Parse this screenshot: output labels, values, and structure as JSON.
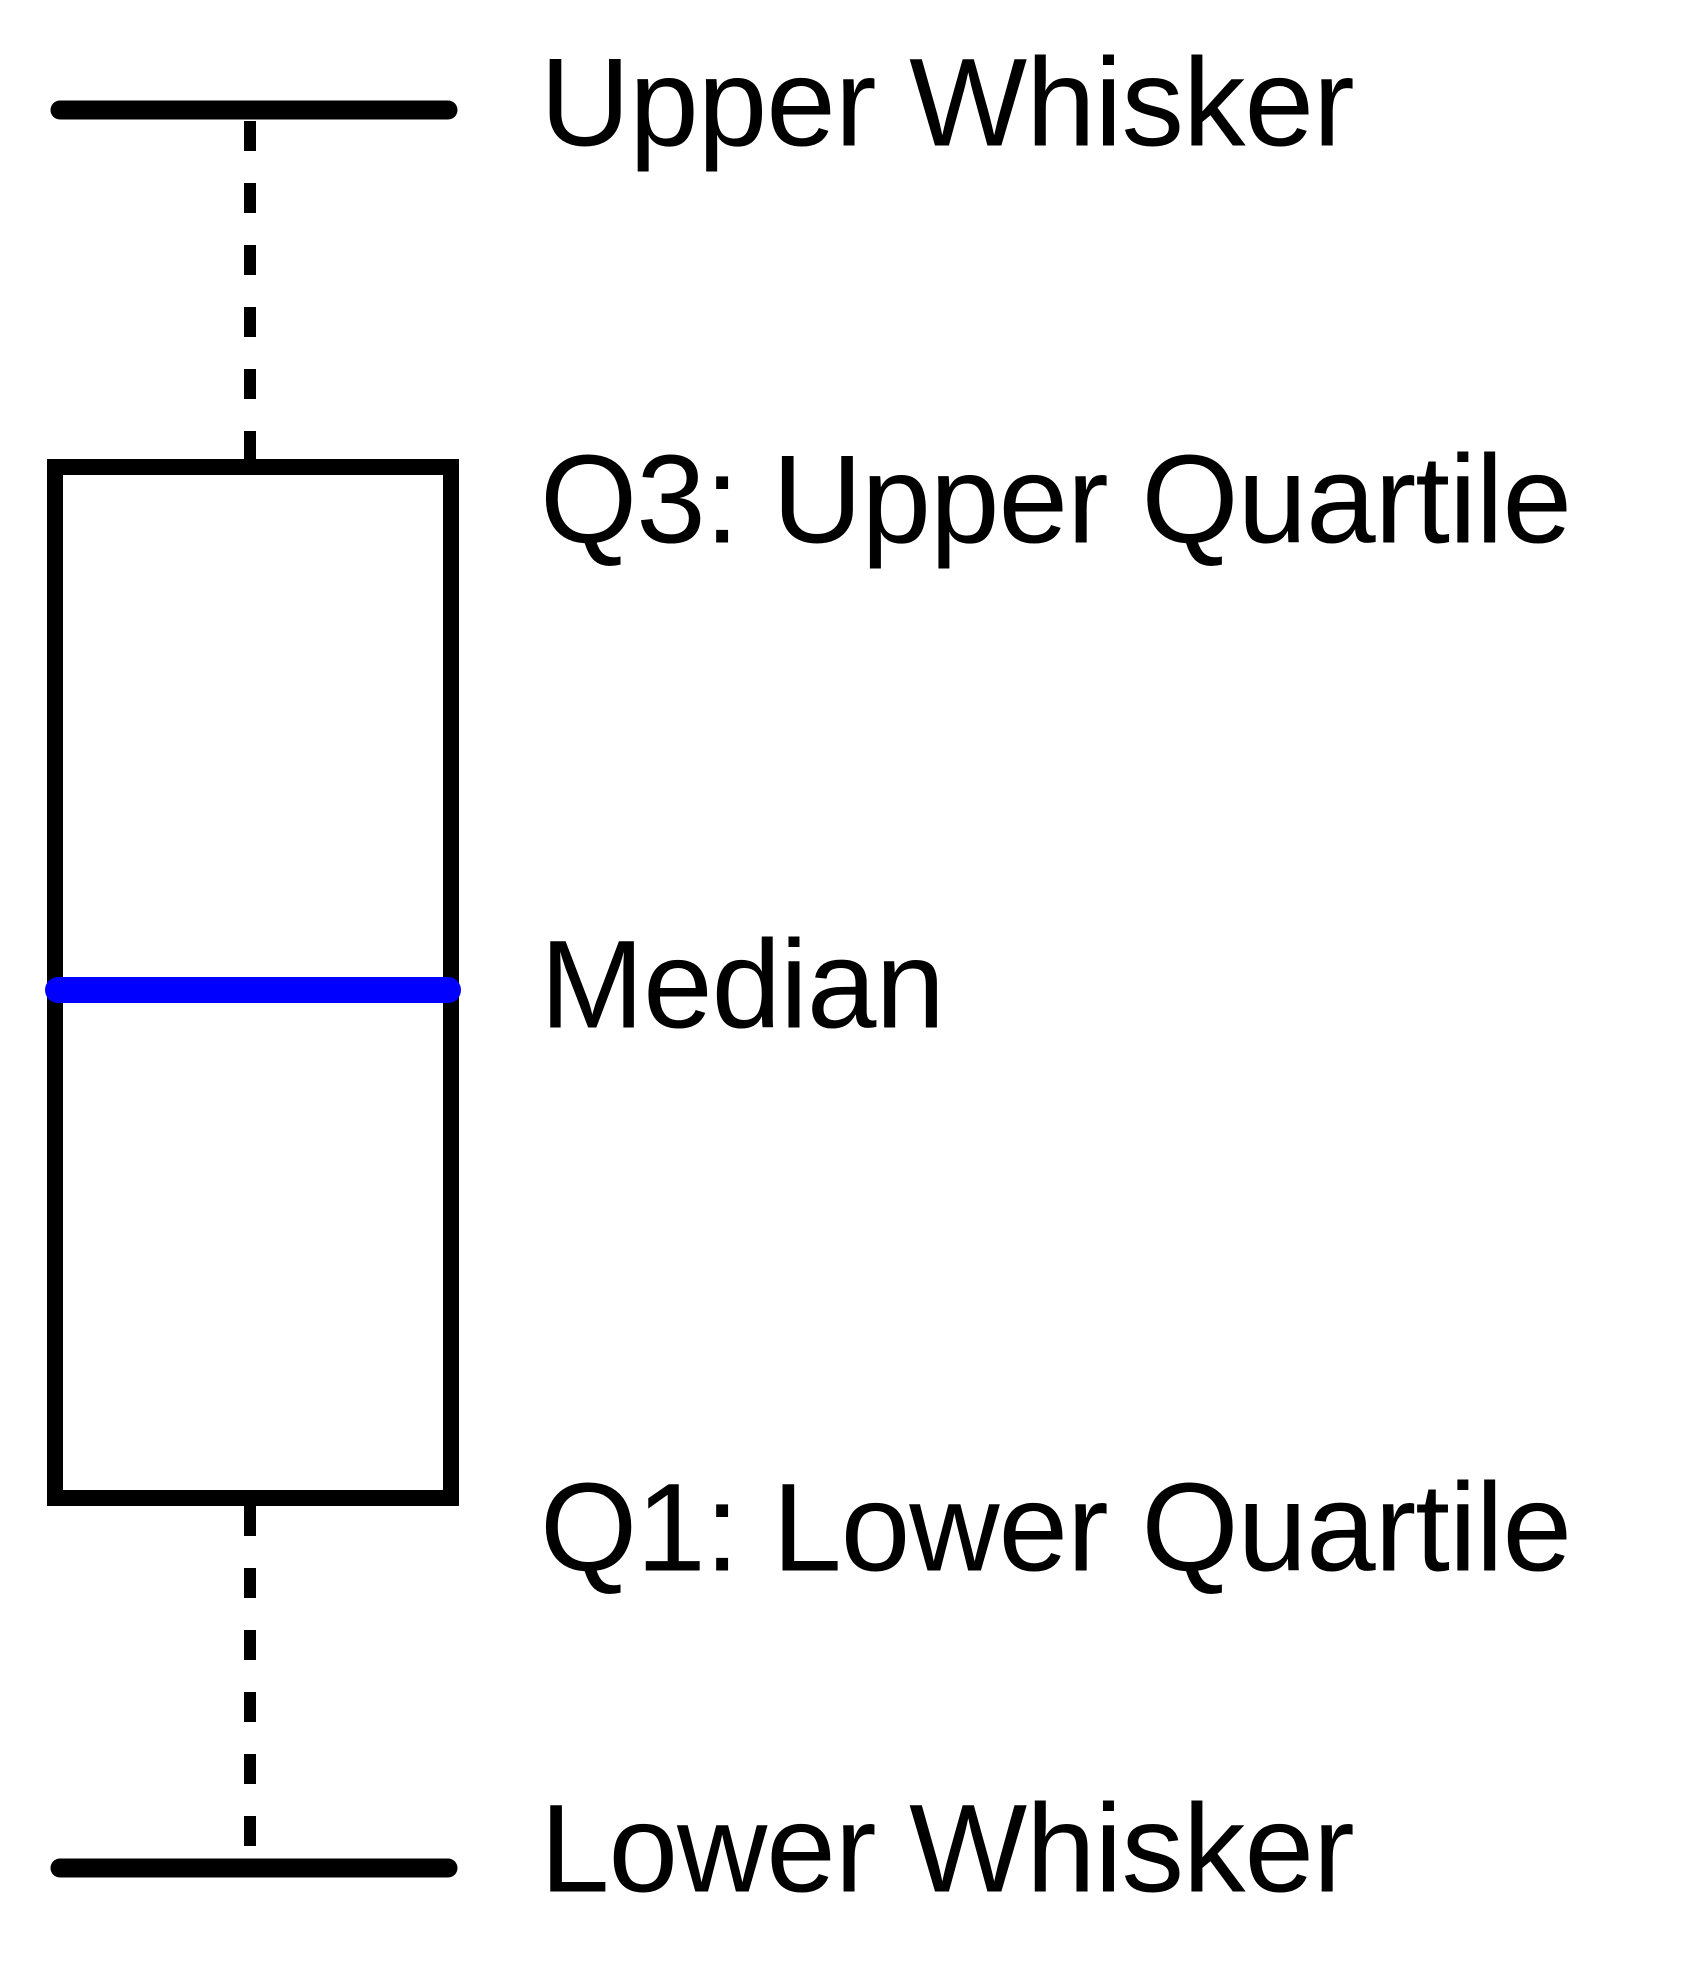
{
  "figure": {
    "description": "Anatomy of a box plot (vertical box-and-whisker diagram with part labels)",
    "labels": {
      "upper_whisker": "Upper Whisker",
      "q3": "Q3: Upper Quartile",
      "median": "Median",
      "q1": "Q1: Lower Quartile",
      "lower_whisker": "Lower Whisker"
    },
    "parts": {
      "upper_whisker_cap": "solid horizontal cap, top",
      "upper_whisker_line": "dashed vertical line from cap to box top",
      "box": "interquartile range rectangle from Q1 to Q3",
      "median_line": "solid horizontal line inside box",
      "lower_whisker_line": "dashed vertical line from box bottom to cap",
      "lower_whisker_cap": "solid horizontal cap, bottom"
    },
    "colors": {
      "stroke": "#000000",
      "median": "#0000fe",
      "text": "#000000",
      "background": "#ffffff"
    }
  }
}
